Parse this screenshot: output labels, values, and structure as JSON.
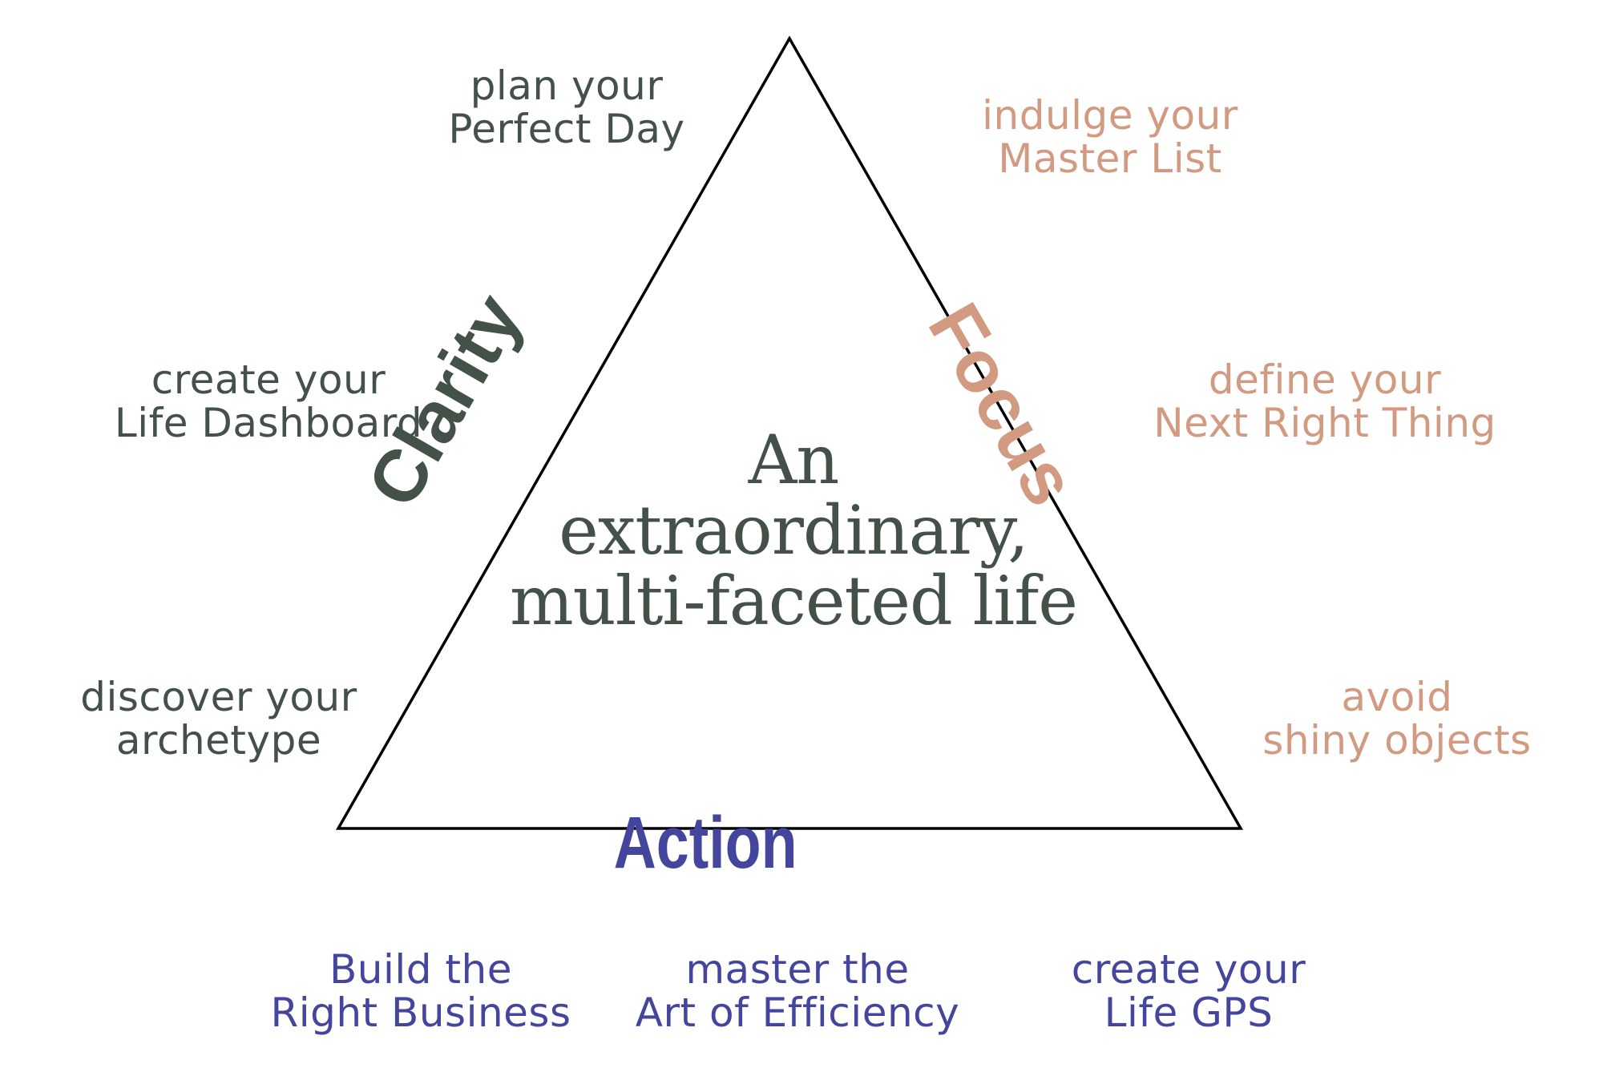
{
  "colors": {
    "clarity": "#435149",
    "focus": "#d29a80",
    "action": "#44459c",
    "outline": "#000000"
  },
  "center": {
    "lines": [
      "An",
      "extraordinary,",
      "multi-faceted life"
    ]
  },
  "labels": {
    "clarity": "Clarity",
    "focus": "Focus",
    "action": "Action"
  },
  "clarity_items": [
    {
      "line1": "plan your",
      "line2": "Perfect Day"
    },
    {
      "line1": "create your",
      "line2": "Life Dashboard"
    },
    {
      "line1": "discover your",
      "line2": "archetype"
    }
  ],
  "focus_items": [
    {
      "line1": "indulge your",
      "line2": "Master List"
    },
    {
      "line1": "define your",
      "line2": "Next Right Thing"
    },
    {
      "line1": "avoid",
      "line2": "shiny objects"
    }
  ],
  "action_items": [
    {
      "line1": "Build the",
      "line2": "Right Business"
    },
    {
      "line1": "master the",
      "line2": "Art of Efficiency"
    },
    {
      "line1": "create your",
      "line2": "Life GPS"
    }
  ]
}
